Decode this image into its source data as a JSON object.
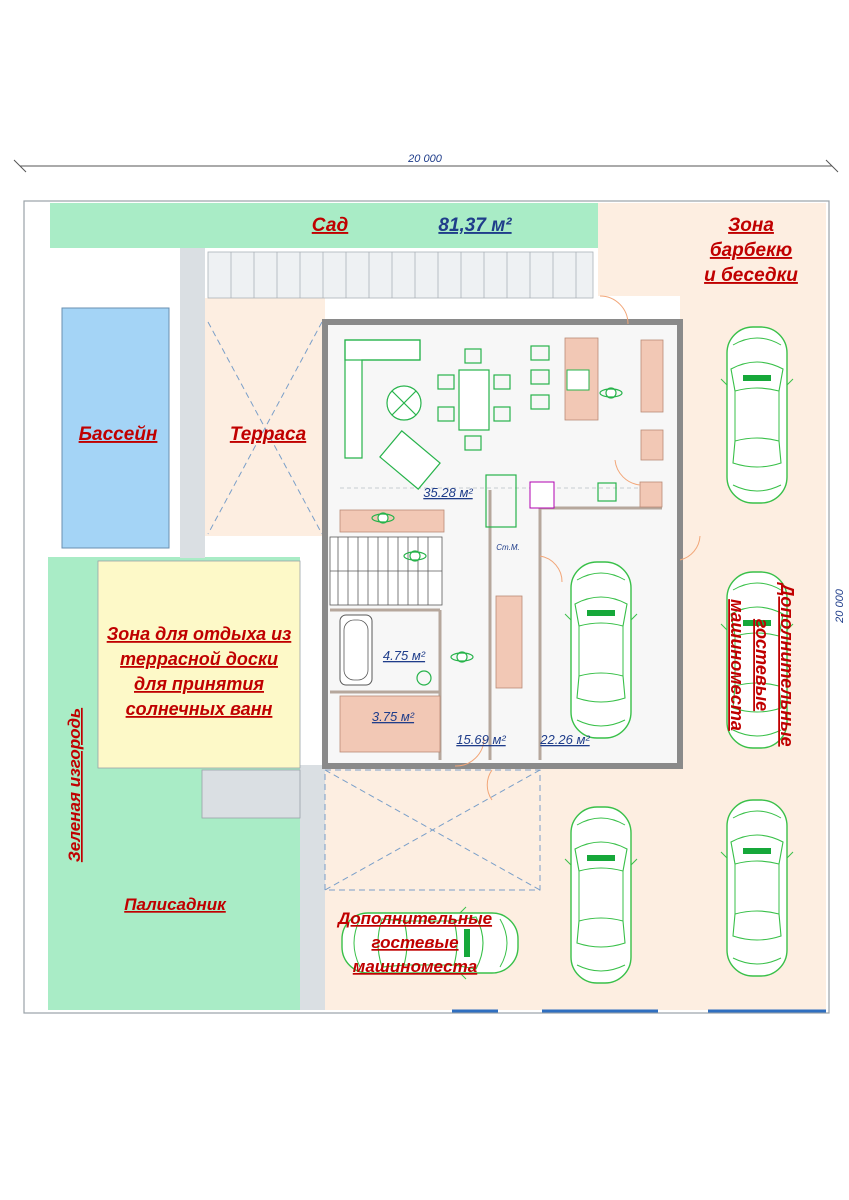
{
  "overall_dimension": {
    "horizontal": "20 000",
    "vertical": "20 000"
  },
  "zones": {
    "garden": "Сад",
    "garden_area": "81,37 м²",
    "bbq": [
      "Зона",
      "барбекю",
      "и беседки"
    ],
    "pool": "Бассейн",
    "terrace": "Терраса",
    "sun_deck": [
      "Зона для отдыха из",
      "террасной доски",
      "для принятия",
      "солнечных ванн"
    ],
    "hedge": "Зеленая изгородь",
    "front_garden": "Палисадник",
    "guest_parking_right": [
      "Дополнительные",
      "гостевые",
      "машиноместа"
    ],
    "guest_parking_bottom": [
      "Дополнительные",
      "гостевые",
      "машиноместа"
    ]
  },
  "room_areas": {
    "living": "35.28 м²",
    "bathroom": "4.75 м²",
    "utility": "3.75 м²",
    "hall": "15.69 м²",
    "garage": "22.26 м²"
  },
  "small_labels": {
    "boiler": "Ст.М."
  },
  "colors": {
    "lawn": "#a9ecc6",
    "pool": "#a4d4f6",
    "paving": "#fdeee1",
    "sun_deck": "#fdf9c8",
    "grey": "#dadfe3",
    "label": "#c00000",
    "area": "#1f3d8a",
    "furniture": "#27b34b"
  }
}
